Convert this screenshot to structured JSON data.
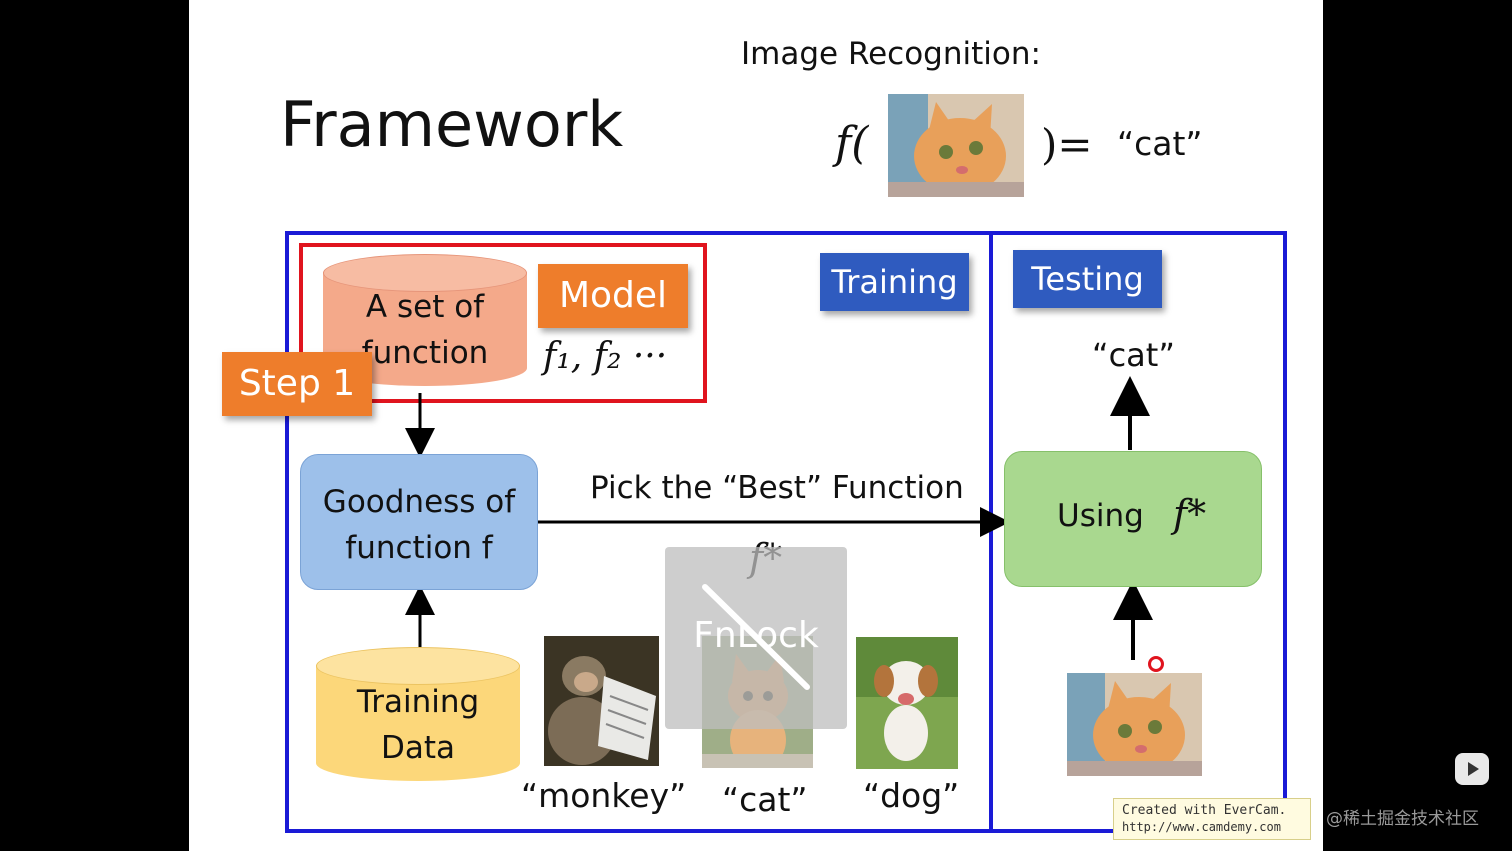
{
  "slide": {
    "title": "Framework",
    "image_recognition": {
      "label": "Image Recognition:",
      "f_open": "f(",
      "close_eq": ")=",
      "output": "“cat”"
    }
  },
  "training": {
    "label": "Training",
    "step_label": "Step 1",
    "model_label": "Model",
    "set_of_function": {
      "line1": "A set of",
      "line2": "function"
    },
    "function_list": "f₁, f₂ ···",
    "goodness": {
      "line1": "Goodness of",
      "line2": "function f"
    },
    "training_data": {
      "line1": "Training",
      "line2": "Data"
    },
    "pick_best": "Pick the “Best” Function",
    "f_star": "f*",
    "samples": [
      {
        "label": "“monkey”",
        "image": "monkey-photo"
      },
      {
        "label": "“cat”",
        "image": "kitten-photo"
      },
      {
        "label": "“dog”",
        "image": "puppy-photo"
      }
    ]
  },
  "testing": {
    "label": "Testing",
    "output": "“cat”",
    "using_label": "Using",
    "f_star": "f*",
    "input_image": "cat-photo"
  },
  "overlay": {
    "fnlock_text": "FnLock"
  },
  "watermark": {
    "line1": "Created with EverCam.",
    "line2": "http://www.camdemy.com",
    "brand": "@稀土掘金技术社区"
  },
  "colors": {
    "frame_blue": "#1a1ad6",
    "model_red": "#e0141e",
    "tag_blue": "#2f5bbf",
    "tag_orange": "#ee7d2b",
    "cyl_salmon": "#f4a98a",
    "cyl_yellow": "#fcd77a",
    "box_blue": "#9dc0ea",
    "box_green": "#a9d88f"
  }
}
